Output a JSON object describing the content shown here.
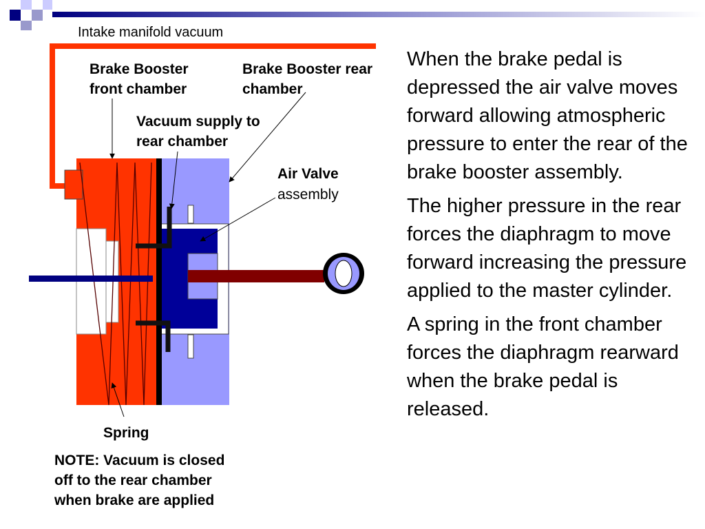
{
  "labels": {
    "intake": "Intake manifold vacuum",
    "front_chamber": "Brake Booster\nfront chamber",
    "rear_chamber": "Brake Booster rear\nchamber",
    "vacuum_supply": "Vacuum supply to\nrear chamber",
    "air_valve_title": "Air Valve",
    "air_valve_sub": "assembly",
    "spring": "Spring",
    "note": "NOTE: Vacuum is closed\noff to the rear chamber\nwhen brake are applied"
  },
  "body_text": [
    "When the brake pedal is depressed the air valve moves forward allowing atmospheric pressure to enter the rear of the brake booster assembly.",
    "The higher pressure in the rear forces the diaphragm to move forward increasing the pressure applied to the master cylinder.",
    "A spring in the front chamber forces the diaphragm rearward when the brake pedal is released."
  ],
  "colors": {
    "front_chamber": "#ff3300",
    "rear_chamber": "#9999ff",
    "air_valve": "#000099",
    "push_rod": "#800000",
    "master_rod": "#000080",
    "title_squares": [
      "#000080",
      "#9999cc",
      "#ccccff"
    ]
  }
}
